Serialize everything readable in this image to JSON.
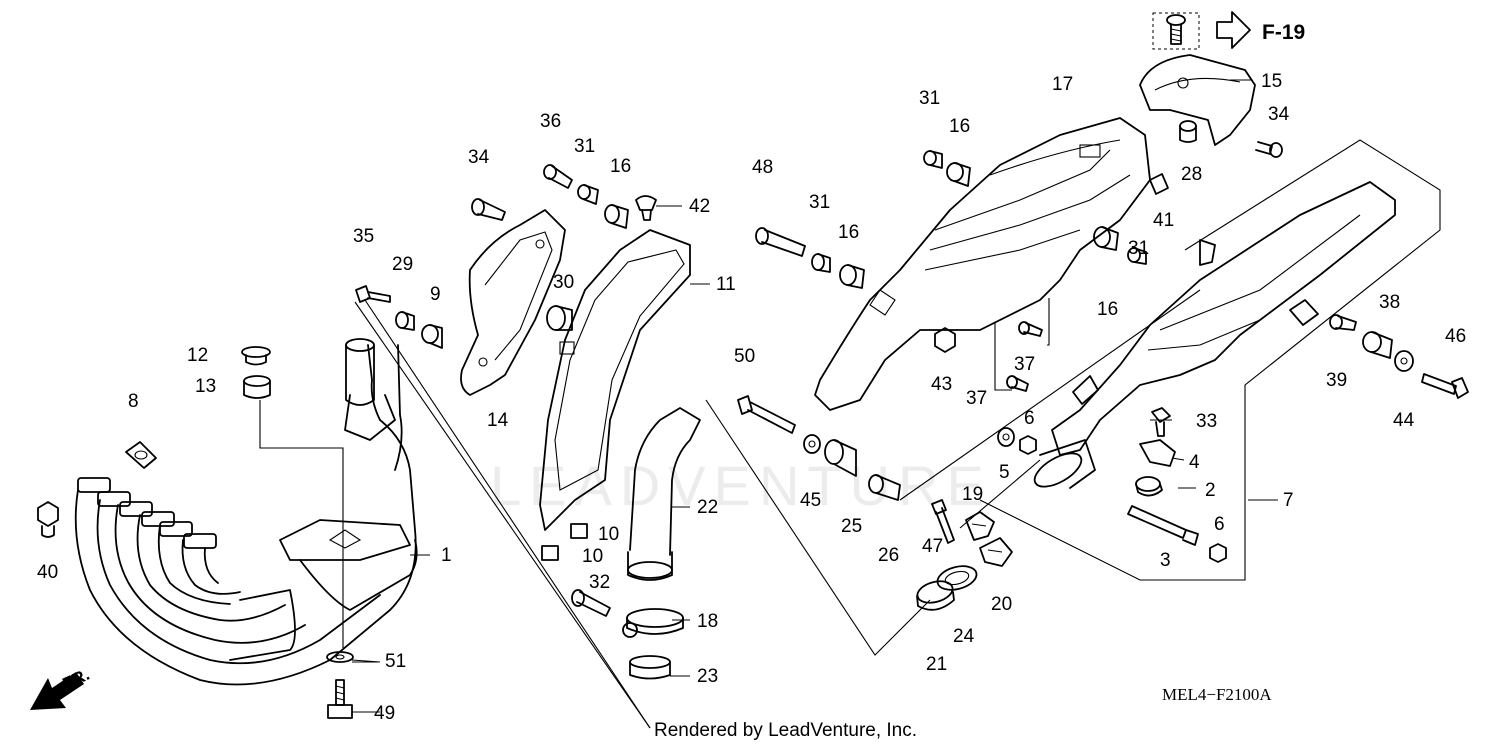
{
  "diagram_code": "MEL4−F2100A",
  "reference_page": "F-19",
  "direction_label": "FR.",
  "footer_credit": "Rendered by LeadVenture, Inc.",
  "watermark": "LEADVENTURE",
  "callouts": {
    "c1": "1",
    "c2": "2",
    "c3": "3",
    "c4": "4",
    "c5": "5",
    "c6a": "6",
    "c6b": "6",
    "c7": "7",
    "c8": "8",
    "c9": "9",
    "c10a": "10",
    "c10b": "10",
    "c11": "11",
    "c12": "12",
    "c13": "13",
    "c14": "14",
    "c15": "15",
    "c16a": "16",
    "c16b": "16",
    "c16c": "16",
    "c16d": "16",
    "c17": "17",
    "c18": "18",
    "c19": "19",
    "c20": "20",
    "c21": "21",
    "c22": "22",
    "c23": "23",
    "c24": "24",
    "c25": "25",
    "c26": "26",
    "c28": "28",
    "c29": "29",
    "c30": "30",
    "c31a": "31",
    "c31b": "31",
    "c31c": "31",
    "c31d": "31",
    "c32": "32",
    "c33": "33",
    "c34a": "34",
    "c34b": "34",
    "c35": "35",
    "c36": "36",
    "c37a": "37",
    "c37b": "37",
    "c38": "38",
    "c39": "39",
    "c40": "40",
    "c41": "41",
    "c42": "42",
    "c43": "43",
    "c44": "44",
    "c45": "45",
    "c46": "46",
    "c47": "47",
    "c48": "48",
    "c49": "49",
    "c50": "50",
    "c51": "51"
  },
  "icons": {
    "bolt_reference": "bolt-icon",
    "direction_arrow": "arrow-down-left-icon",
    "reference_arrow": "arrow-right-icon"
  }
}
